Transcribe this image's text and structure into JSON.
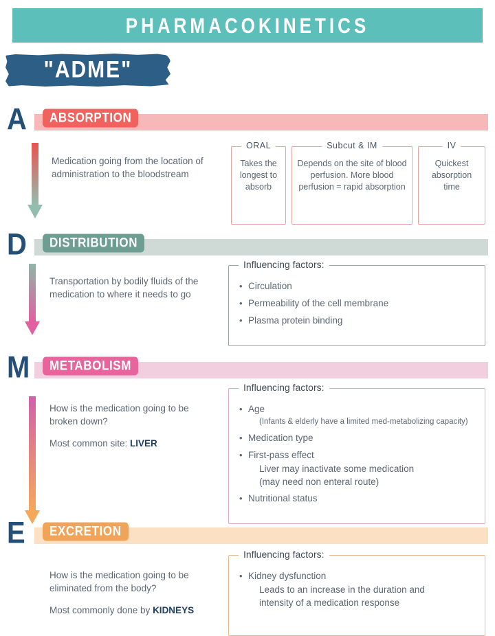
{
  "header": {
    "title": "PHARMACOKINETICS",
    "badge": "\"ADME\"",
    "banner_color": "#5cbfba",
    "badge_color": "#2d5e85"
  },
  "sections": [
    {
      "letter": "A",
      "label": "ABSORPTION",
      "bar_color": "#f6b8b8",
      "badge_color": "#f0625e",
      "arrow_from": "#e8534f",
      "arrow_to": "#93bdae",
      "description": "Medication going from the location of administration to the bloodstream",
      "routes": [
        {
          "title": "ORAL",
          "text": "Takes the longest to absorb"
        },
        {
          "title": "Subcut & IM",
          "text": "Depends on the site of blood perfusion. More blood perfusion = rapid absorption"
        },
        {
          "title": "IV",
          "text": "Quickest absorption time"
        }
      ]
    },
    {
      "letter": "D",
      "label": "DISTRIBUTION",
      "bar_color": "#cfdad6",
      "badge_color": "#6e9e92",
      "arrow_from": "#8fb6a8",
      "arrow_to": "#e060a0",
      "description": "Transportation by bodily fluids of the medication to where it needs to go",
      "factors_legend": "Influencing factors:",
      "factors_border": "#9aa8a4",
      "factors": [
        {
          "text": "Circulation"
        },
        {
          "text": "Permeability of the cell membrane"
        },
        {
          "text": "Plasma protein binding"
        }
      ]
    },
    {
      "letter": "M",
      "label": "METABOLISM",
      "bar_color": "#f2cfde",
      "badge_color": "#e8649c",
      "arrow_from": "#d061ab",
      "arrow_to": "#f5a85a",
      "description_line1": "How is the medication going to be broken down?",
      "description_line2_pre": "Most common site: ",
      "description_line2_bold": "LIVER",
      "factors_legend": "Influencing factors:",
      "factors_border": "#d9a8c4",
      "factors": [
        {
          "text": "Age",
          "sub": "(Infants & elderly have a limited med-metabolizing capacity)",
          "small": true
        },
        {
          "text": "Medication type"
        },
        {
          "text": "First-pass effect",
          "sub": "Liver may inactivate some medication\n(may need non enteral route)"
        },
        {
          "text": "Nutritional status"
        }
      ]
    },
    {
      "letter": "E",
      "label": "EXCRETION",
      "bar_color": "#fbe0c4",
      "badge_color": "#f0a45a",
      "description_line1": "How is the medication going to be eliminated from the body?",
      "description_line2_pre": "Most commonly done by ",
      "description_line2_bold": "KIDNEYS",
      "factors_legend": "Influencing factors:",
      "factors_border": "#e8b98a",
      "factors": [
        {
          "text": "Kidney dysfunction",
          "sub": "Leads to an increase in the duration and\nintensity of a medication response"
        }
      ]
    }
  ]
}
